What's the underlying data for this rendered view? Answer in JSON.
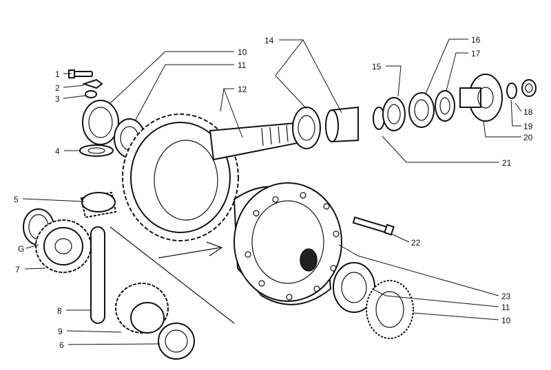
{
  "callouts": [
    {
      "id": "c1",
      "text": "1"
    },
    {
      "id": "c2",
      "text": "2"
    },
    {
      "id": "c3",
      "text": "3"
    },
    {
      "id": "c4",
      "text": "4"
    },
    {
      "id": "c5",
      "text": "5"
    },
    {
      "id": "c6a",
      "text": "G"
    },
    {
      "id": "c7",
      "text": "7"
    },
    {
      "id": "c8",
      "text": "8"
    },
    {
      "id": "c9",
      "text": "9"
    },
    {
      "id": "c6b",
      "text": "6"
    },
    {
      "id": "c10a",
      "text": "10"
    },
    {
      "id": "c11a",
      "text": "11"
    },
    {
      "id": "c12",
      "text": "12"
    },
    {
      "id": "c14",
      "text": "14"
    },
    {
      "id": "c15",
      "text": "15"
    },
    {
      "id": "c16",
      "text": "16"
    },
    {
      "id": "c17",
      "text": "17"
    },
    {
      "id": "c18",
      "text": "18"
    },
    {
      "id": "c19",
      "text": "19"
    },
    {
      "id": "c20",
      "text": "20"
    },
    {
      "id": "c21",
      "text": "21"
    },
    {
      "id": "c22",
      "text": "22"
    },
    {
      "id": "c23",
      "text": "23"
    },
    {
      "id": "c11b",
      "text": "11"
    },
    {
      "id": "c10b",
      "text": "10"
    }
  ]
}
